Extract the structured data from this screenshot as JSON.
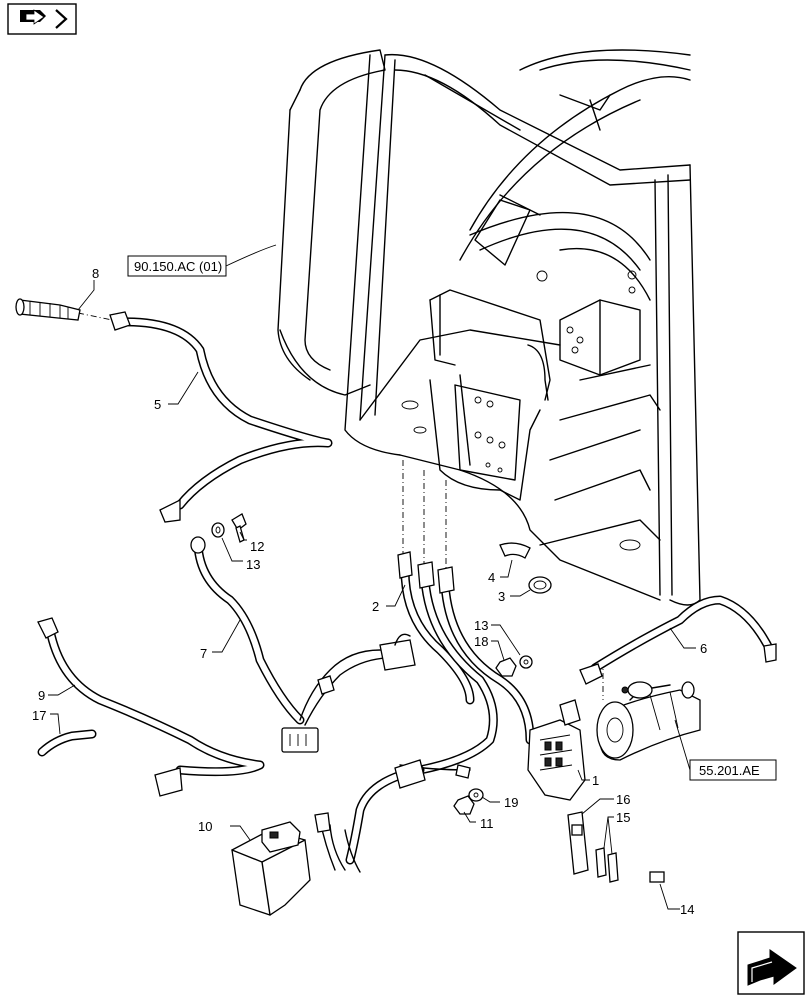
{
  "callouts": {
    "c1": "1",
    "c2": "2",
    "c3": "3",
    "c4": "4",
    "c5": "5",
    "c6": "6",
    "c7": "7",
    "c8": "8",
    "c9": "9",
    "c10": "10",
    "c11": "11",
    "c12": "12",
    "c13a": "13",
    "c13b": "13",
    "c14": "14",
    "c15": "15",
    "c16": "16",
    "c17": "17",
    "c18": "18",
    "c19": "19"
  },
  "references": {
    "cab_ref": "90.150.AC (01)",
    "starter_ref": "55.201.AE"
  },
  "icons": {
    "top_left": "book-arrow-icon",
    "bottom_right": "next-page-arrow-icon"
  }
}
